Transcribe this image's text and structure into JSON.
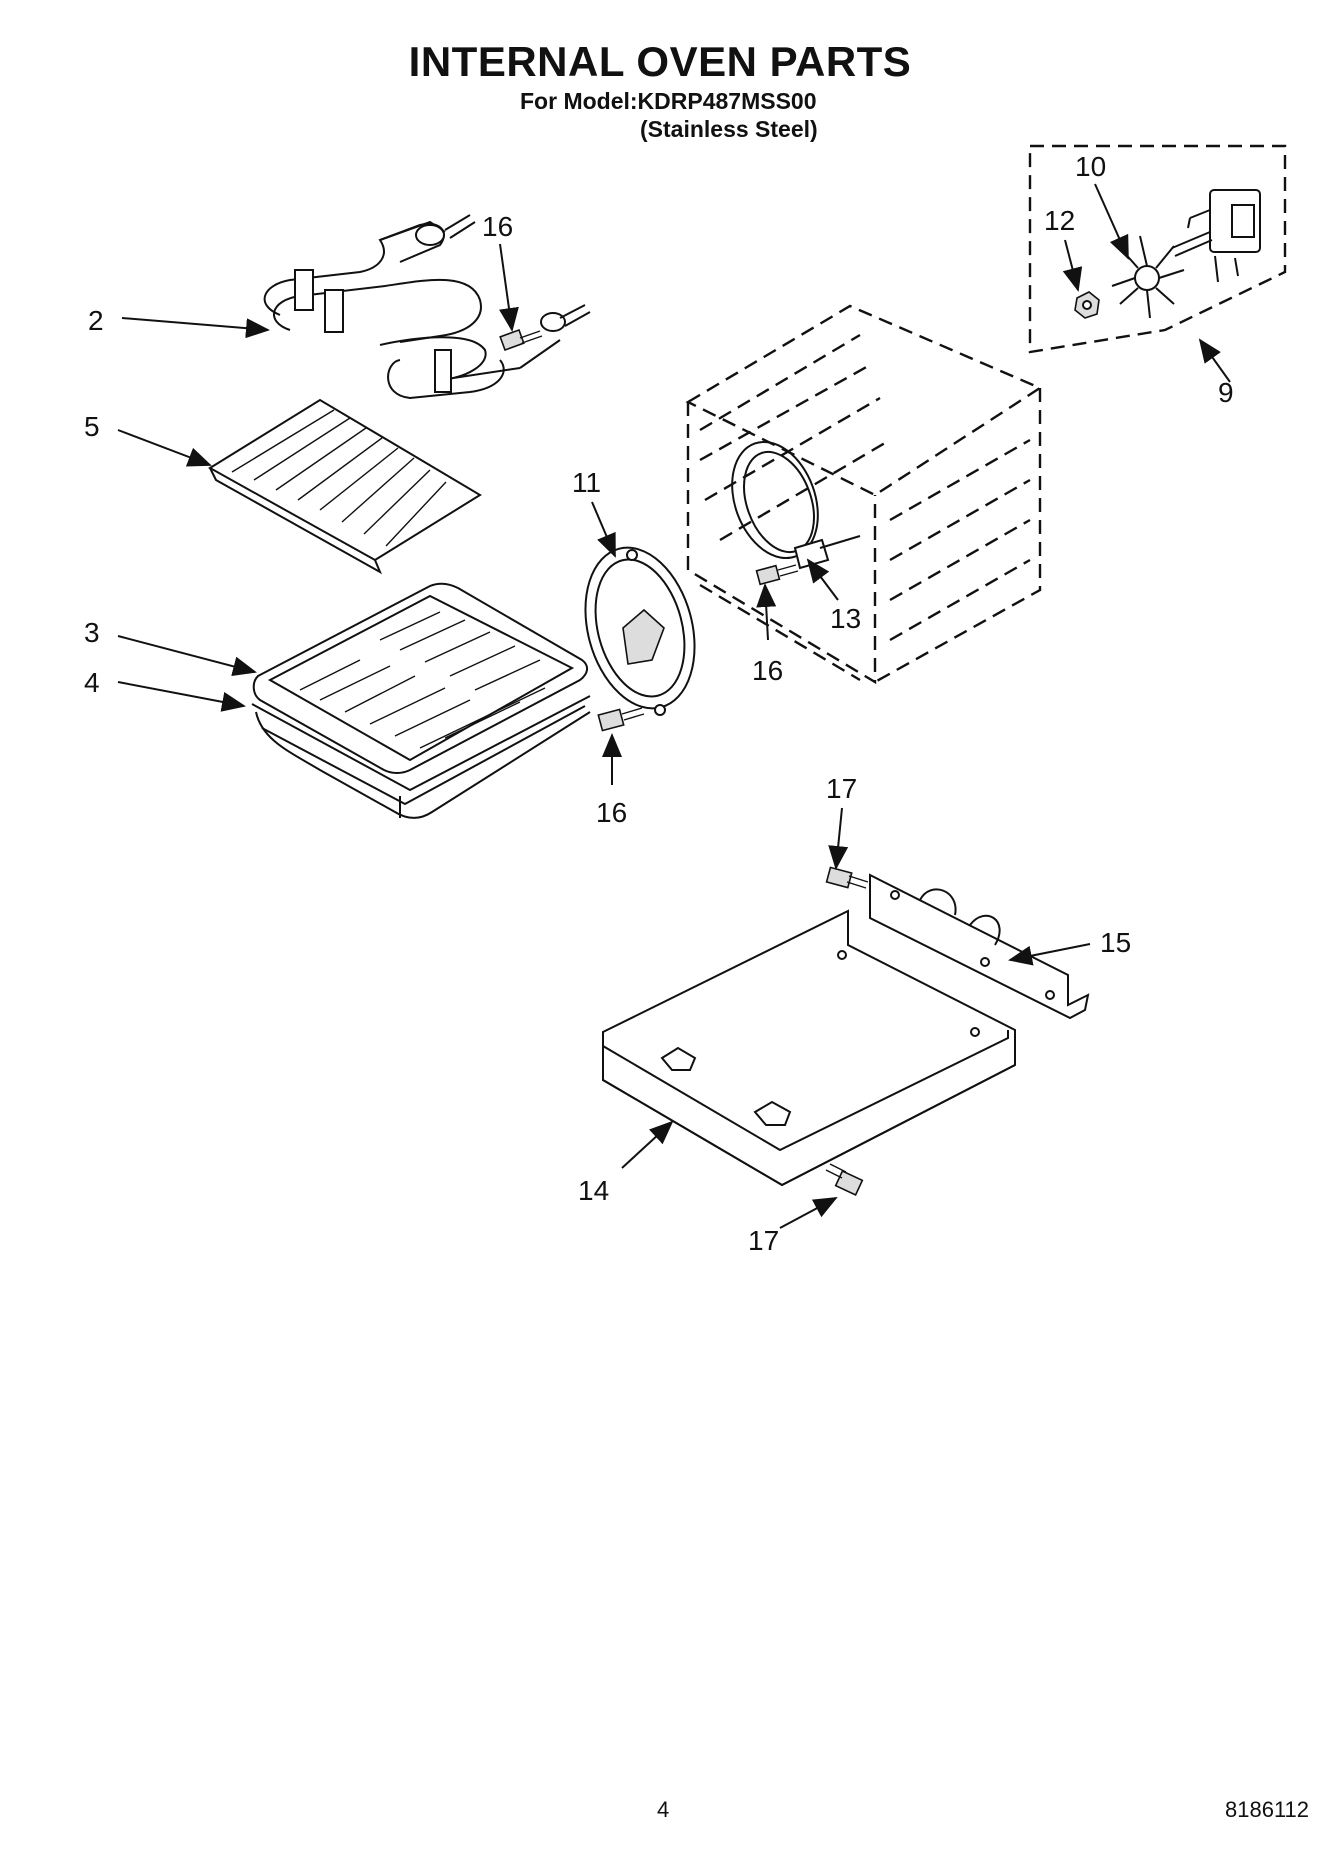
{
  "header": {
    "title": "INTERNAL OVEN PARTS",
    "model_line": "For Model:KDRP487MSS00",
    "finish_line": "(Stainless Steel)"
  },
  "callouts": [
    {
      "id": "c2",
      "label": "2"
    },
    {
      "id": "c3",
      "label": "3"
    },
    {
      "id": "c4",
      "label": "4"
    },
    {
      "id": "c5",
      "label": "5"
    },
    {
      "id": "c9",
      "label": "9"
    },
    {
      "id": "c10",
      "label": "10"
    },
    {
      "id": "c11",
      "label": "11"
    },
    {
      "id": "c12",
      "label": "12"
    },
    {
      "id": "c13",
      "label": "13"
    },
    {
      "id": "c14",
      "label": "14"
    },
    {
      "id": "c15",
      "label": "15"
    },
    {
      "id": "c16a",
      "label": "16"
    },
    {
      "id": "c16b",
      "label": "16"
    },
    {
      "id": "c16c",
      "label": "16"
    },
    {
      "id": "c17a",
      "label": "17"
    },
    {
      "id": "c17b",
      "label": "17"
    }
  ],
  "footer": {
    "page_number": "4",
    "document_number": "8186112"
  }
}
